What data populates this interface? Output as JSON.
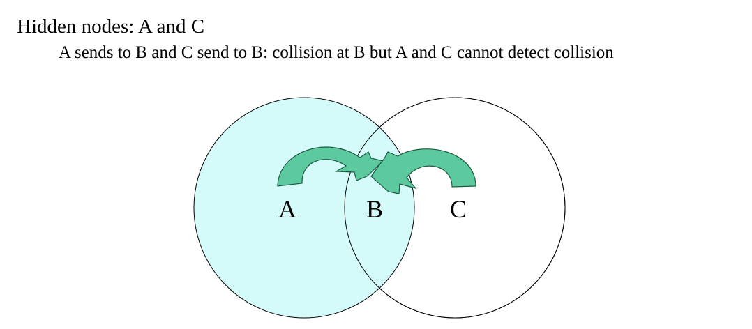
{
  "heading": "Hidden nodes: A and C",
  "subheading": "A sends to B and C send to B: collision at B but A and C cannot detect collision",
  "nodes": {
    "a": "A",
    "b": "B",
    "c": "C"
  },
  "colors": {
    "range_a_fill": "#d5fafa",
    "range_c_fill": "#ffffff",
    "outline": "#000000",
    "arrow_fill": "#5cc99f",
    "arrow_stroke": "#1d5a41"
  }
}
